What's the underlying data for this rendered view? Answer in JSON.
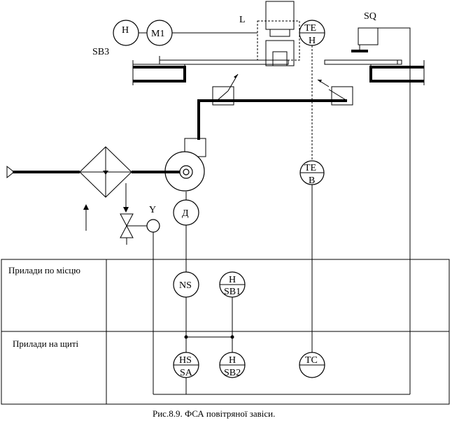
{
  "instruments": {
    "h_sb3": {
      "top": "H",
      "side": "SB3"
    },
    "m1": {
      "label": "M1"
    },
    "te_h": {
      "top": "TE",
      "bottom": "H"
    },
    "te_b": {
      "top": "TE",
      "bottom": "B"
    },
    "d": {
      "label": "Д"
    },
    "ns": {
      "label": "NS"
    },
    "h_sb1": {
      "top": "H",
      "bottom": "SB1"
    },
    "hs_sa": {
      "top": "HS",
      "bottom": "SA"
    },
    "h_sb2": {
      "top": "H",
      "bottom": "SB2"
    },
    "tc": {
      "label": "TC"
    },
    "y": {
      "label": "Y"
    }
  },
  "labels": {
    "l": "L",
    "sq": "SQ"
  },
  "table": {
    "row_local": "Прилади по місцю",
    "row_panel": "Прилади на щиті"
  },
  "caption": "Рис.8.9. ФСА повітряної завіси."
}
